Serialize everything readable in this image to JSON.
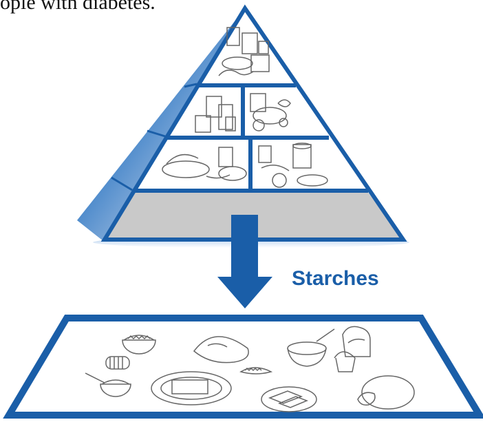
{
  "intro_text": "ople with diabetes.",
  "arrow_label": "Starches",
  "colors": {
    "brand_blue": "#1a5ea8",
    "pyramid_base_fill": "#c9c9c9",
    "sketch_gray": "#666666"
  },
  "pyramid": {
    "levels": [
      {
        "name": "top"
      },
      {
        "name": "second",
        "compartments": 2
      },
      {
        "name": "third",
        "compartments": 2
      },
      {
        "name": "base",
        "highlighted": true
      }
    ]
  },
  "plate_items": [
    {
      "name": "cereal-bowl-icon"
    },
    {
      "name": "bread-slice-icon"
    },
    {
      "name": "baked-potato-icon"
    },
    {
      "name": "muffin-icon"
    },
    {
      "name": "pasta-plate-icon"
    },
    {
      "name": "crackers-plate-icon"
    },
    {
      "name": "tortilla-icon"
    },
    {
      "name": "corn-icon"
    },
    {
      "name": "rice-bowl-icon"
    }
  ]
}
